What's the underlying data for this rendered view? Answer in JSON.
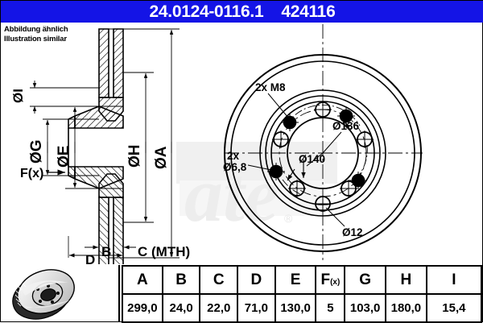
{
  "header": {
    "part_number": "24.0124-0116.1",
    "article_number": "424116",
    "bg_color": "#1414e6",
    "text_color": "#ffffff"
  },
  "note": {
    "line_de": "Abbildung ähnlich",
    "line_en": "Illustration similar"
  },
  "brand": {
    "watermark": "ate",
    "registered_mark": "®"
  },
  "section_view": {
    "labels": {
      "dia_i": "ØI",
      "dia_g": "ØG",
      "dia_e": "ØE",
      "dia_h": "ØH",
      "dia_a": "ØA",
      "fx": "F(x)",
      "b": "B",
      "c": "C (MTH)",
      "d": "D"
    }
  },
  "face_view": {
    "callouts": {
      "m8": "2x M8",
      "holes_68_line1": "2x",
      "holes_68_line2": "Ø6,8",
      "bolt_circle_136": "Ø136",
      "bolt_circle_140": "Ø140",
      "lug_hole_12": "Ø12"
    }
  },
  "dimension_table": {
    "columns": [
      "A",
      "B",
      "C",
      "D",
      "E",
      "F(x)",
      "G",
      "H",
      "I"
    ],
    "values": [
      "299,0",
      "24,0",
      "22,0",
      "71,0",
      "130,0",
      "5",
      "103,0",
      "180,0",
      "15,4"
    ]
  },
  "product_photo": {
    "alt": "vented brake disc"
  }
}
